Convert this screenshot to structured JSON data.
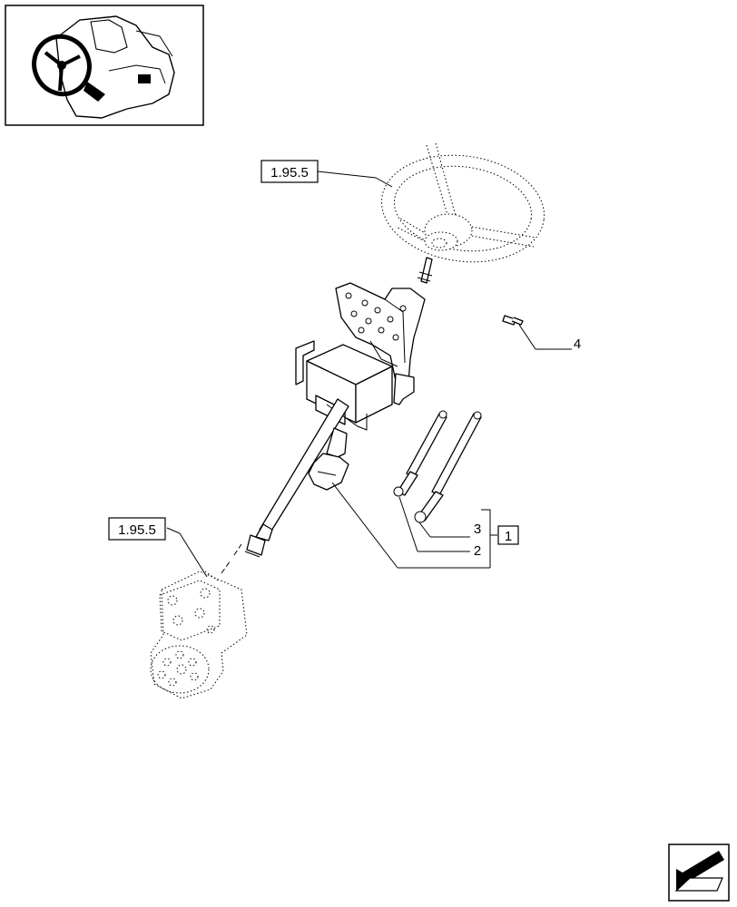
{
  "callouts": {
    "steering_wheel_ref": "1.95.5",
    "steering_motor_ref": "1.95.5",
    "kit_ref": "1",
    "item_2": "2",
    "item_3": "3",
    "item_4": "4"
  },
  "icons": {
    "thumbnail": "tractor-steering-wheel-thumbnail-icon",
    "navigation": "next-page-arrow-icon"
  }
}
